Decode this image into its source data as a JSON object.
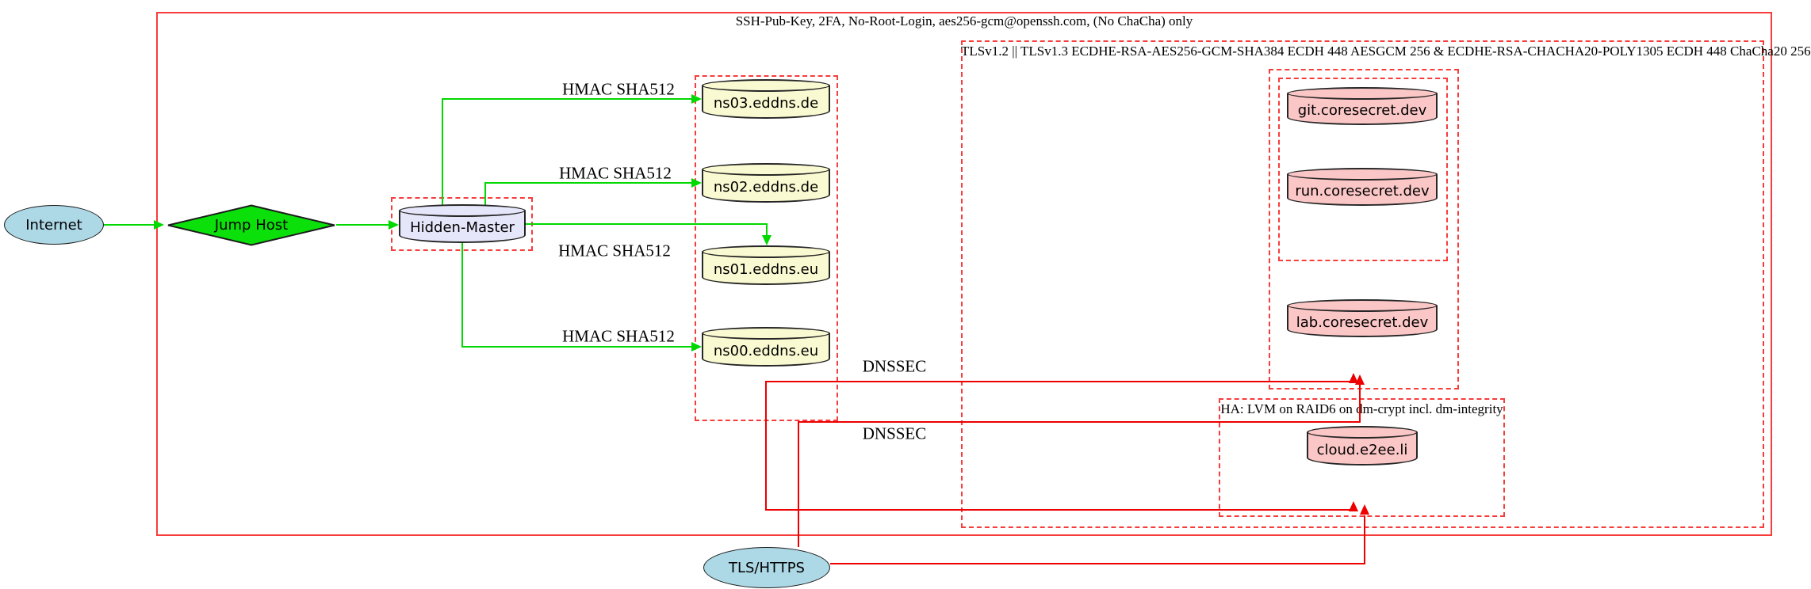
{
  "diagram": {
    "clusters": {
      "ssh": {
        "label": "SSH-Pub-Key, 2FA, No-Root-Login, aes256-gcm@openssh.com, (No ChaCha) only"
      },
      "tls": {
        "label": "TLSv1.2 || TLSv1.3 ECDHE-RSA-AES256-GCM-SHA384 ECDH 448 AESGCM 256 & ECDHE-RSA-CHACHA20-POLY1305 ECDH 448 ChaCha20 256"
      },
      "ha": {
        "label": "HA: LVM on RAID6 on dm-crypt incl. dm-integrity"
      }
    },
    "nodes": {
      "internet": {
        "label": "Internet",
        "shape": "ellipse"
      },
      "jump_host": {
        "label": "Jump Host",
        "shape": "diamond"
      },
      "hidden_master": {
        "label": "Hidden-Master",
        "shape": "cylinder"
      },
      "ns03": {
        "label": "ns03.eddns.de",
        "shape": "cylinder"
      },
      "ns02": {
        "label": "ns02.eddns.de",
        "shape": "cylinder"
      },
      "ns01": {
        "label": "ns01.eddns.eu",
        "shape": "cylinder"
      },
      "ns00": {
        "label": "ns00.eddns.eu",
        "shape": "cylinder"
      },
      "git": {
        "label": "git.coresecret.dev",
        "shape": "cylinder"
      },
      "run": {
        "label": "run.coresecret.dev",
        "shape": "cylinder"
      },
      "lab": {
        "label": "lab.coresecret.dev",
        "shape": "cylinder"
      },
      "cloud": {
        "label": "cloud.e2ee.li",
        "shape": "cylinder"
      },
      "tls_https": {
        "label": "TLS/HTTPS",
        "shape": "ellipse"
      }
    },
    "edge_labels": {
      "hmac_ns03": "HMAC SHA512",
      "hmac_ns02": "HMAC SHA512",
      "hmac_ns01": "HMAC SHA512",
      "hmac_ns00": "HMAC SHA512",
      "dnssec_upper": "DNSSEC",
      "dnssec_lower": "DNSSEC"
    },
    "colors": {
      "cluster_border_red": "#f73c3c",
      "edge_red": "#ee0000",
      "edge_green": "#00d800",
      "node_blue_fill": "#add8e6",
      "node_green_fill": "#0be00b",
      "node_lavender_fill": "#e6e6fa",
      "node_yellow_fill": "#fafad2",
      "node_pink_fill": "#fbc6c6"
    }
  }
}
